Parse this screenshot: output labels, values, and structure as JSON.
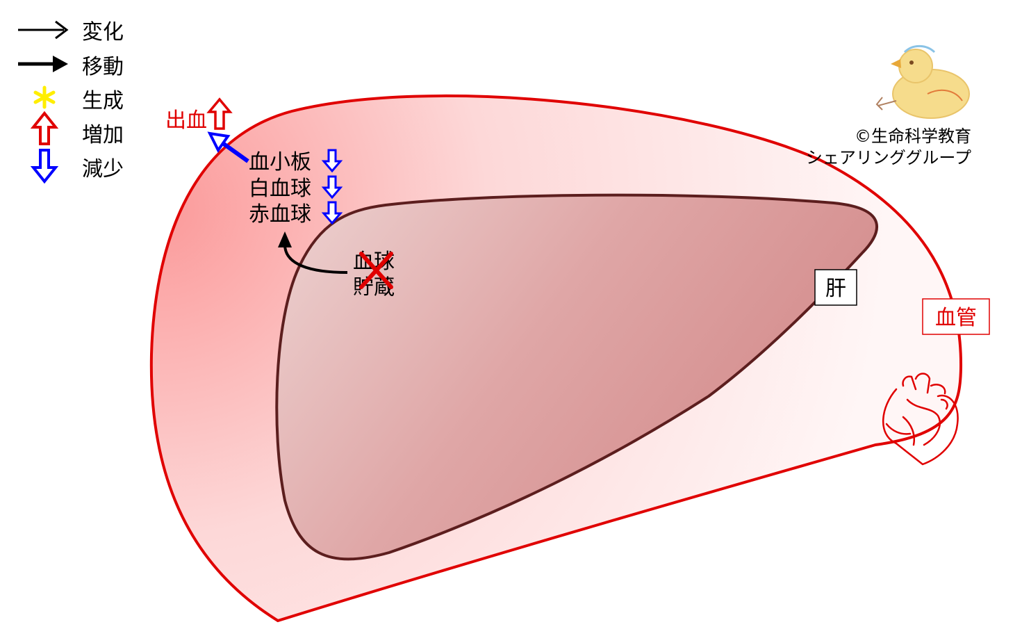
{
  "legend": {
    "items": [
      {
        "icon": "thin-arrow-icon",
        "label": "変化"
      },
      {
        "icon": "bold-arrow-icon",
        "label": "移動"
      },
      {
        "icon": "asterisk-icon",
        "label": "生成",
        "color": "#ffee00"
      },
      {
        "icon": "hollow-up-arrow-icon",
        "label": "増加",
        "color": "#e00000"
      },
      {
        "icon": "hollow-down-arrow-icon",
        "label": "減少",
        "color": "#0000ff"
      }
    ]
  },
  "bleeding": {
    "label": "出血",
    "color": "#e00000"
  },
  "cells": [
    {
      "label": "血小板",
      "trend": "decrease"
    },
    {
      "label": "白血球",
      "trend": "decrease"
    },
    {
      "label": "赤血球",
      "trend": "decrease"
    }
  ],
  "storage": {
    "line1": "血球",
    "line2": "貯蔵",
    "status": "blocked"
  },
  "labels": {
    "liver": "肝",
    "vessel": "血管"
  },
  "credit": {
    "line1": "©生命科学教育",
    "line2": "シェアリンググループ"
  },
  "colors": {
    "vessel_outline": "#e00000",
    "liver_outline": "#5c1e1e",
    "liver_fill": "#d48f8f",
    "decrease_arrow": "#0000ff",
    "increase_arrow": "#e00000",
    "cross": "#e00000"
  }
}
